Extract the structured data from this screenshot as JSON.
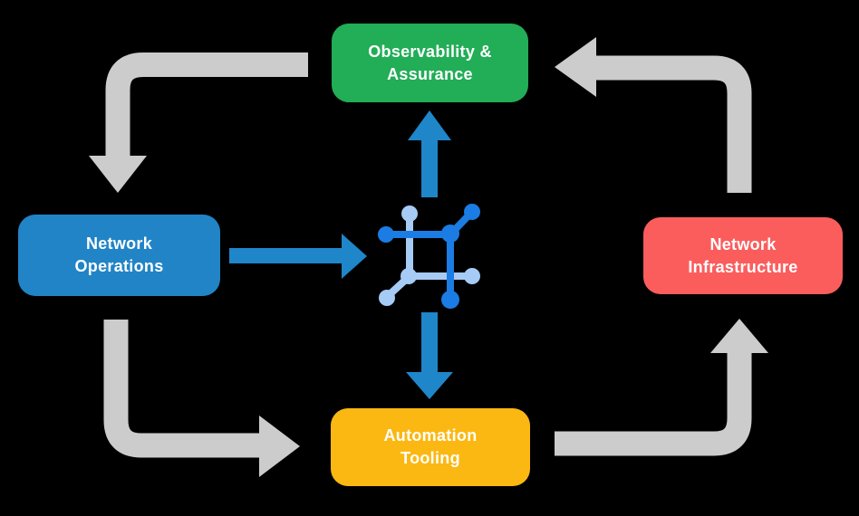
{
  "diagram": {
    "background_color": "#000000",
    "nodes": [
      {
        "id": "observability-assurance",
        "line1": "Observability &",
        "line2": "Assurance",
        "color": "#22AD57",
        "text_color": "#FFFFFF"
      },
      {
        "id": "network-operations",
        "line1": "Network",
        "line2": "Operations",
        "color": "#2184C6",
        "text_color": "#FFFFFF"
      },
      {
        "id": "network-infrastructure",
        "line1": "Network",
        "line2": "Infrastructure",
        "color": "#FB5D5D",
        "text_color": "#FFFFFF"
      },
      {
        "id": "automation-tooling",
        "line1": "Automation",
        "line2": "Tooling",
        "color": "#FBB813",
        "text_color": "#FFFFFF"
      }
    ],
    "center_icon": {
      "name": "network-automation-icon",
      "dark_color": "#1B7CE3",
      "light_color": "#A6CBF5"
    },
    "arrows": [
      {
        "from": "observability-assurance",
        "to": "network-operations",
        "color": "#CCCCCC"
      },
      {
        "from": "network-operations",
        "to": "automation-tooling",
        "color": "#CCCCCC"
      },
      {
        "from": "automation-tooling",
        "to": "network-infrastructure",
        "color": "#CCCCCC"
      },
      {
        "from": "network-infrastructure",
        "to": "observability-assurance",
        "color": "#CCCCCC"
      },
      {
        "from": "network-operations",
        "to": "center-icon",
        "color": "#1F86CA"
      },
      {
        "from": "center-icon",
        "to": "observability-assurance",
        "color": "#1F86CA"
      },
      {
        "from": "center-icon",
        "to": "automation-tooling",
        "color": "#1F86CA"
      }
    ]
  }
}
